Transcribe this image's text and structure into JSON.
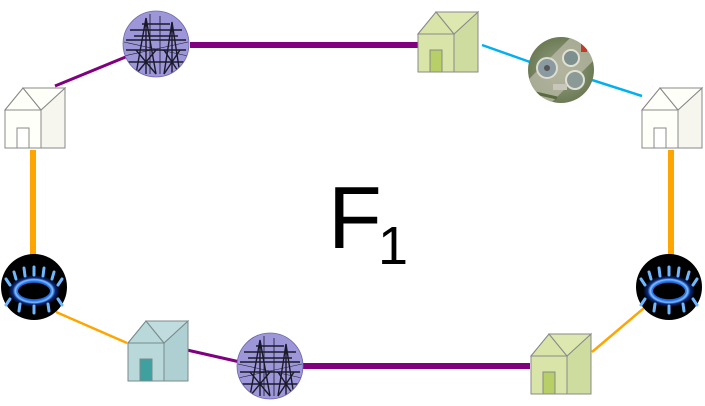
{
  "diagram": {
    "label_main": "F",
    "label_sub": "1"
  },
  "colors": {
    "power_link": "#800080",
    "gas_link": "#FFA500",
    "water_link": "#00B0F0",
    "house_white": "#FFFFFA",
    "house_green": "#D8E4A8",
    "house_blue": "#B8D8DA"
  },
  "nodes": [
    {
      "id": "house-top-left",
      "icon": "house-icon",
      "color": "white"
    },
    {
      "id": "power-top",
      "icon": "power-substation-icon"
    },
    {
      "id": "house-top-middle",
      "icon": "house-icon",
      "color": "green"
    },
    {
      "id": "water-plant",
      "icon": "water-treatment-icon"
    },
    {
      "id": "house-top-right",
      "icon": "house-icon",
      "color": "white"
    },
    {
      "id": "gas-right",
      "icon": "gas-burner-icon"
    },
    {
      "id": "house-bottom-right",
      "icon": "house-icon",
      "color": "green"
    },
    {
      "id": "power-bottom",
      "icon": "power-substation-icon"
    },
    {
      "id": "house-bottom-left",
      "icon": "house-icon",
      "color": "blue"
    },
    {
      "id": "gas-left",
      "icon": "gas-burner-icon"
    }
  ],
  "links": [
    {
      "from": "house-top-left",
      "to": "power-top",
      "type": "power",
      "weight": "thin"
    },
    {
      "from": "power-top",
      "to": "house-top-middle",
      "type": "power",
      "weight": "thick"
    },
    {
      "from": "house-top-middle",
      "to": "water-plant",
      "type": "water",
      "weight": "thin"
    },
    {
      "from": "water-plant",
      "to": "house-top-right",
      "type": "water",
      "weight": "thin"
    },
    {
      "from": "house-top-right",
      "to": "gas-right",
      "type": "gas",
      "weight": "thick"
    },
    {
      "from": "gas-right",
      "to": "house-bottom-right",
      "type": "gas",
      "weight": "thin"
    },
    {
      "from": "house-bottom-right",
      "to": "power-bottom",
      "type": "power",
      "weight": "thick"
    },
    {
      "from": "power-bottom",
      "to": "house-bottom-left",
      "type": "power",
      "weight": "thin"
    },
    {
      "from": "house-bottom-left",
      "to": "gas-left",
      "type": "gas",
      "weight": "thin"
    },
    {
      "from": "gas-left",
      "to": "house-top-left",
      "type": "gas",
      "weight": "thick"
    }
  ]
}
